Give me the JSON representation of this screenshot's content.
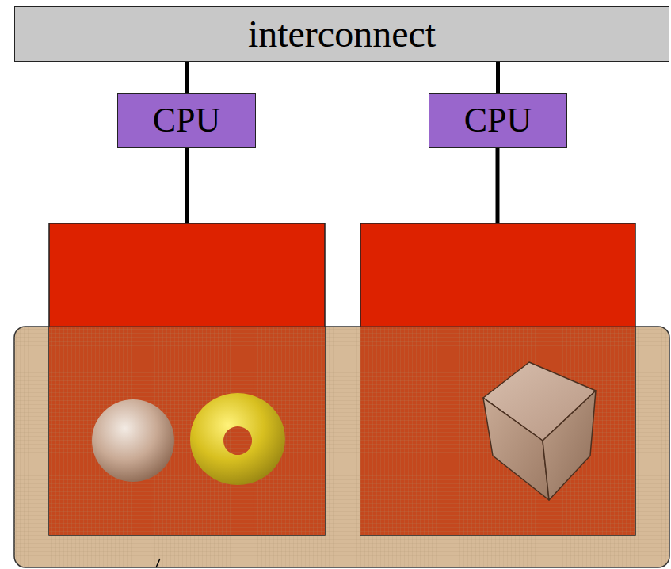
{
  "diagram": {
    "nodes": [
      {
        "text": [
          "interconnect"
        ]
      },
      {
        "text": [
          "CPU"
        ]
      },
      {
        "text": [
          "CPU"
        ]
      }
    ],
    "edges": [
      {
        "from": 0,
        "to": 1,
        "arrow": "none"
      },
      {
        "from": 0,
        "to": 2,
        "arrow": "none"
      }
    ]
  }
}
